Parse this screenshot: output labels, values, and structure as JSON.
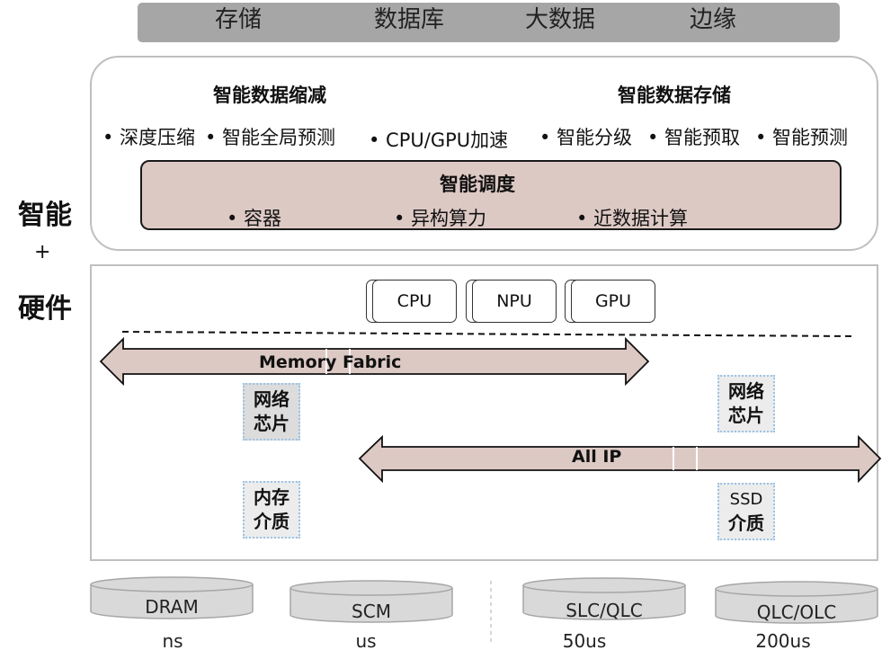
{
  "top_bar": {
    "items": [
      "存储",
      "数据库",
      "大数据",
      "边缘"
    ]
  },
  "left_labels": {
    "intelligence": "智能",
    "plus": "+",
    "hardware": "硬件"
  },
  "intelligent_layer": {
    "reduction": {
      "title": "智能数据缩减",
      "items": [
        "• 深度压缩",
        "• 智能全局预测",
        "• CPU/GPU加速"
      ]
    },
    "storage": {
      "title": "智能数据存储",
      "items": [
        "• 智能分级",
        "• 智能预取",
        "• 智能预测"
      ]
    },
    "scheduling": {
      "title": "智能调度",
      "items": [
        "• 容器",
        "• 异构算力",
        "• 近数据计算"
      ]
    }
  },
  "hardware_layer": {
    "processors": [
      "CPU",
      "NPU",
      "GPU"
    ],
    "memory_fabric": "Memory Fabric",
    "all_ip": "All IP",
    "chips": {
      "network_left": [
        "网络",
        "芯片"
      ],
      "network_right": [
        "网络",
        "芯片"
      ],
      "memory_media": [
        "内存",
        "介质"
      ],
      "ssd_media": [
        "SSD",
        "介质"
      ]
    }
  },
  "media_tiers": [
    {
      "name": "DRAM",
      "latency": "ns"
    },
    {
      "name": "SCM",
      "latency": "us"
    },
    {
      "name": "SLC/QLC",
      "latency": "50us"
    },
    {
      "name": "QLC/OLC",
      "latency": "200us"
    }
  ],
  "colors": {
    "top_bar": "#a6a6a6",
    "arrow_fill": "#ddc9c4",
    "scheduling_fill": "#ddc9c4",
    "box_border": "#bfbfbf",
    "chip_fill": "#ececec",
    "chip_border": "#9cc3e6",
    "cylinder_fill": "#d9d9d9"
  }
}
